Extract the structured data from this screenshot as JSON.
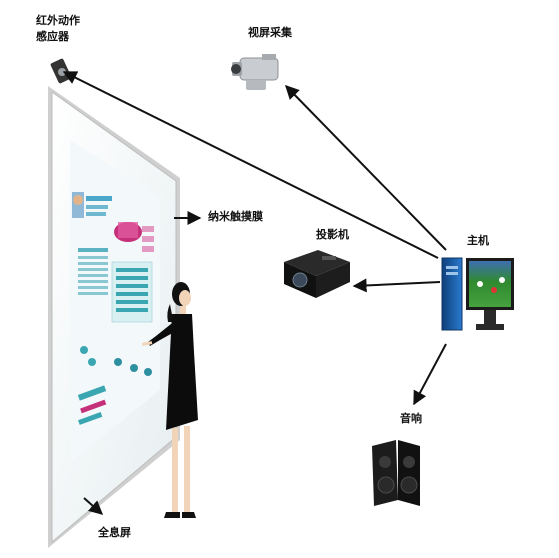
{
  "labels": {
    "ir_sensor_line1": "红外动作",
    "ir_sensor_line2": "感应器",
    "video_capture": "视屏采集",
    "nano_touch_film": "纳米触摸膜",
    "projector": "投影机",
    "host": "主机",
    "speaker": "音响",
    "holo_screen": "全息屏"
  },
  "colors": {
    "arrow": "#111111",
    "screen_frame": "#d8d8d8",
    "screen_bg": "#eef4f6",
    "ui_teal": "#3aa6b2",
    "ui_pink": "#c4307a",
    "person_dress": "#0c0c0c",
    "monitor_field": "#2f8a2f",
    "tower_blue": "#1d5fa8"
  },
  "icons": [
    "ir-sensor-icon",
    "camcorder-icon",
    "projector-icon",
    "computer-host-icon",
    "speaker-icon",
    "presenter-figure",
    "holographic-screen"
  ]
}
